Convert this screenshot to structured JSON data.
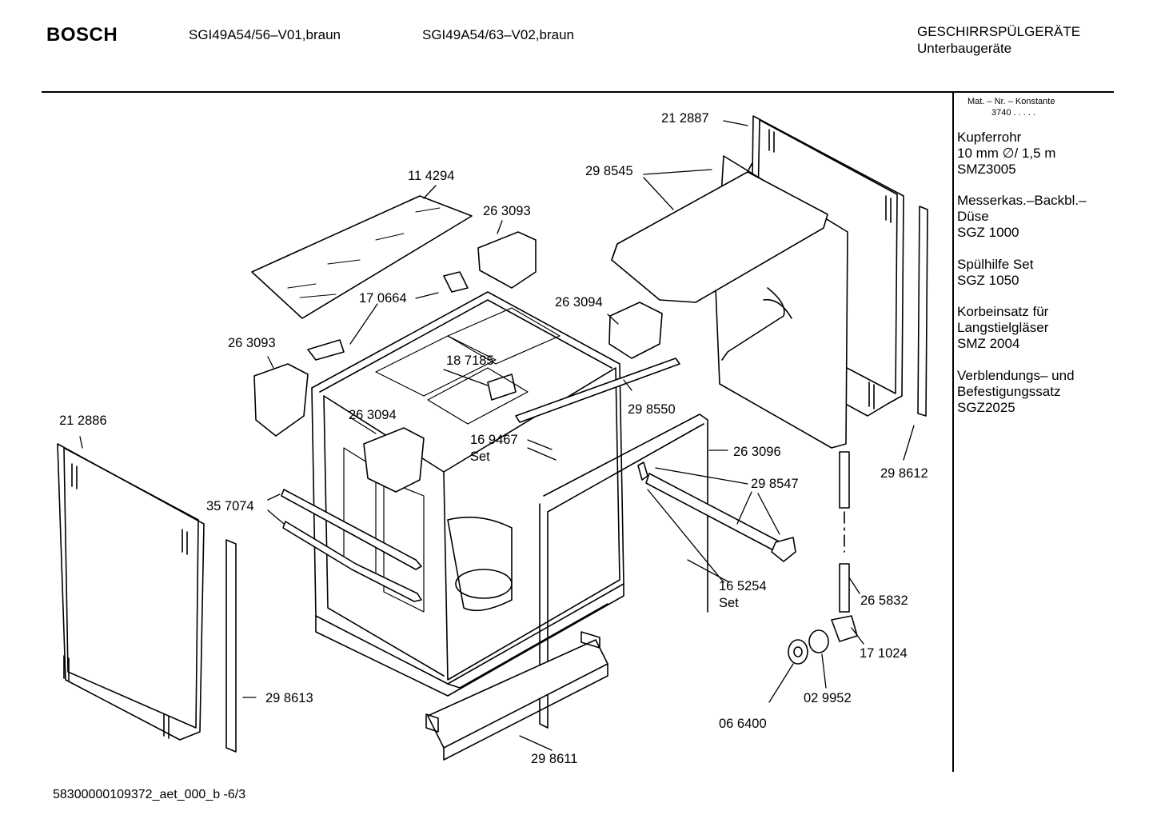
{
  "header": {
    "brand": "BOSCH",
    "model_1": "SGI49A54/56–V01,braun",
    "model_2": "SGI49A54/63–V02,braun",
    "category": "GESCHIRRSPÜLGERÄTE",
    "subcategory": "Unterbaugeräte"
  },
  "sidebar": {
    "mat_label": "Mat. – Nr. – Konstante",
    "mat_value": "3740 .  .  .  .  .",
    "accessories": [
      {
        "lines": [
          "Kupferrohr",
          "10 mm ∅/ 1,5 m",
          "SMZ3005"
        ]
      },
      {
        "lines": [
          "Messerkas.–Backbl.–",
          "Düse",
          "SGZ 1000"
        ]
      },
      {
        "lines": [
          "Spülhilfe Set",
          "SGZ 1050"
        ]
      },
      {
        "lines": [
          "Korbeinsatz für",
          "Langstielgläser",
          "SMZ 2004"
        ]
      },
      {
        "lines": [
          "Verblendungs– und",
          "Befestigungssatz",
          "SGZ2025"
        ]
      }
    ]
  },
  "parts": {
    "p212887": "21 2887",
    "p298545": "29 8545",
    "p114294": "11 4294",
    "p263093a": "26 3093",
    "p170664": "17 0664",
    "p263094a": "26 3094",
    "p263093b": "26 3093",
    "p187185": "18 7185",
    "p298550": "29 8550",
    "p212886": "21 2886",
    "p263094b": "26 3094",
    "p169467": "16 9467",
    "p169467set": "Set",
    "p263096": "26 3096",
    "p298612": "29 8612",
    "p298547": "29 8547",
    "p357074": "35 7074",
    "p165254": "16 5254",
    "p165254set": "Set",
    "p265832": "26 5832",
    "p171024": "17 1024",
    "p298613": "29 8613",
    "p029952": "02 9952",
    "p066400": "06 6400",
    "p298611": "29 8611"
  },
  "footer": {
    "code": "58300000109372_aet_000_b  -6/3"
  }
}
